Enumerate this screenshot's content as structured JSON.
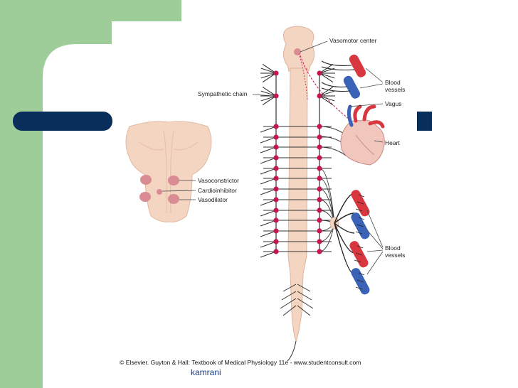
{
  "colors": {
    "green_panel": "#9fcd9a",
    "navy_bar": "#0a2e5c",
    "brainstem": "#f3d5c2",
    "nerve_dot": "#c4184d",
    "artery": "#d8373f",
    "vein": "#3a63b8"
  },
  "labels": {
    "vasomotor_center": "Vasomotor center",
    "sympathetic_chain": "Sympathetic chain",
    "blood_vessels_upper": "Blood\nvessels",
    "vagus": "Vagus",
    "heart": "Heart",
    "vasoconstrictor": "Vasoconstrictor",
    "cardioinhibitor": "Cardioinhibitor",
    "vasodilator": "Vasodilator",
    "blood_vessels_lower": "Blood\nvessels"
  },
  "credit": "© Elsevier. Guyton & Hall: Textbook of Medical Physiology 11e - www.studentconsult.com",
  "footer": "kamrani"
}
